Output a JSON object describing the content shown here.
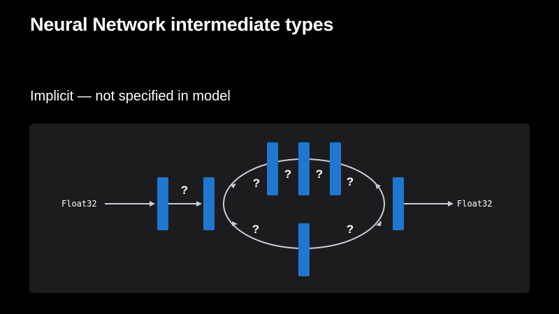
{
  "slide": {
    "title": "Neural Network intermediate types",
    "subtitle": "Implicit — not specified in model"
  },
  "diagram": {
    "input_label": "Float32",
    "output_label": "Float32",
    "unknown_type_marker": "?",
    "colors": {
      "background": "#000000",
      "panel": "#1c1c1e",
      "layer": "#1f77d0",
      "edge": "#c8ced6",
      "text": "#ffffff"
    }
  }
}
